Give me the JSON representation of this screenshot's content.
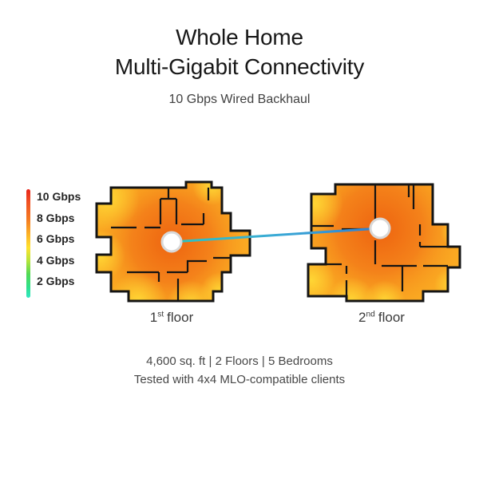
{
  "title": {
    "line1": "Whole Home",
    "line2": "Multi-Gigabit Connectivity",
    "subtitle": "10 Gbps Wired Backhaul"
  },
  "legend": {
    "items": [
      "10 Gbps",
      "8 Gbps",
      "6 Gbps",
      "4 Gbps",
      "2 Gbps"
    ],
    "gradient_top_color": "#E8251B",
    "gradient_mid_color": "#FFE22E",
    "gradient_bottom_color": "#30E6C3"
  },
  "floors": [
    {
      "number": "1",
      "ordinal": "st",
      "word": "floor"
    },
    {
      "number": "2",
      "ordinal": "nd",
      "word": "floor"
    }
  ],
  "footer": {
    "line1": "4,600 sq. ft | 2 Floors | 5 Bedrooms",
    "line2": "Tested with 4x4 MLO-compatible clients"
  },
  "colors": {
    "heat_center": "#EE6410",
    "heat_mid": "#F4821A",
    "heat_edge": "#FBAE24",
    "heat_spot": "#FFD835",
    "wall": "#141414",
    "link_start": "#2FC3BD",
    "link_mid": "#3BAAD6",
    "link_end": "#2D7FD2",
    "node_fill": "#FFFFFF",
    "node_ring": "#D8D8D8"
  }
}
